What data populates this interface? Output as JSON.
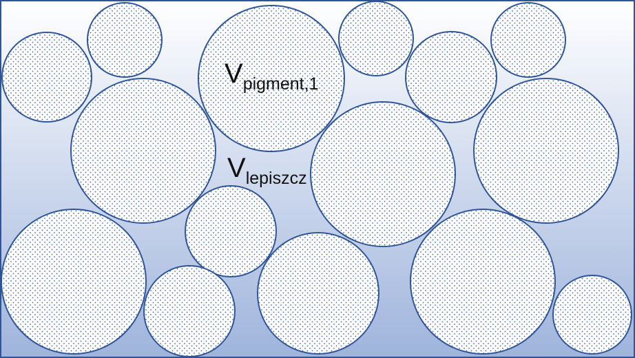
{
  "diagram": {
    "frame_color": "#2f5597",
    "gradient_top_color": "#ffffff",
    "gradient_bottom_color": "#9fb4dc",
    "particle_fill_color": "#ffffff",
    "particle_stroke_color": "#2f5597",
    "particle_dot_color": "#3a62ad",
    "labels": {
      "pigment": {
        "main": "V",
        "subscript": "pigment,1"
      },
      "binder": {
        "main": "V",
        "subscript": "lepiszcz"
      }
    }
  }
}
